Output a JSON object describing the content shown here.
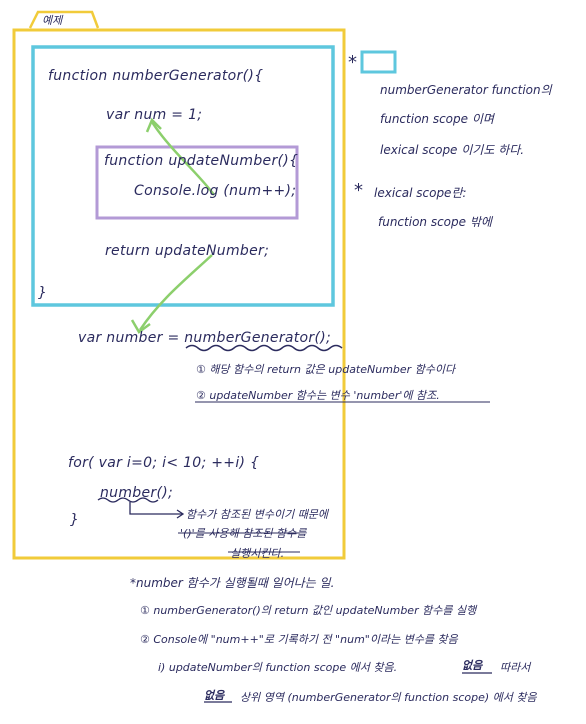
{
  "tab_label": "예제",
  "code": {
    "fn_header": "function numberGenerator(){",
    "var_num": "var num = 1;",
    "inner_header": "function updateNumber(){",
    "console_line": "Console.log (num++);",
    "inner_close": "}",
    "return_line": "return updateNumber;",
    "outer_close": "}",
    "var_number": "var number = numberGenerator();",
    "for_line": "for( var i=0; i< 10; ++i) {",
    "call_line": "number();",
    "for_close": "}"
  },
  "annotations": {
    "legend_star": "*",
    "legend_line1": "numberGenerator function의",
    "legend_line2": "function scope 이며",
    "legend_line3": "lexical scope 이기도 하다.",
    "lexical_star": "*",
    "lexical_line1": "lexical scope란:",
    "lexical_line2": "function scope 밖에",
    "note1": "① 해당 함수의 return 값은 updateNumber 함수이다",
    "note2": "② updateNumber 함수는 변수 'number'에 참조.",
    "call_note1": "함수가 참조된 변수이기 때문에",
    "call_note2": "'()'를 사용해 참조된 함수를",
    "call_note3": "실행시킨다."
  },
  "footer": {
    "title": "*number 함수가 실행될때 일어나는 일.",
    "item1": "① numberGenerator()의 return 값인 updateNumber 함수를 실행",
    "item2": "② Console에 \"num++\"로 기록하기 전 \"num\"이라는 변수를 찾음",
    "item3a_prefix": "i) updateNumber의 function scope 에서 찾음.",
    "item3a_marked": "없음",
    "item3a_suffix": "따라서",
    "item3b_marked": "없음",
    "item3b_text": "상위 영역 (numberGenerator의 function scope) 에서 찾음"
  },
  "colors": {
    "yellow": "#f1cb3a",
    "cyan": "#5ec7de",
    "purple": "#b39ad6",
    "green": "#8ccf6c",
    "ink": "#2b2b5e"
  }
}
